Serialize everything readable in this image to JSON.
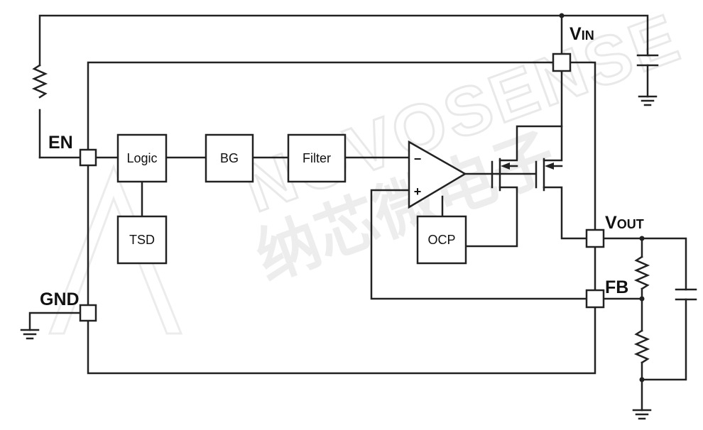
{
  "blocks": {
    "logic": "Logic",
    "bg": "BG",
    "filter": "Filter",
    "tsd": "TSD",
    "ocp": "OCP"
  },
  "pins": {
    "en": "EN",
    "gnd": "GND",
    "fb": "FB",
    "vin_main": "V",
    "vin_sub": "IN",
    "vout_main": "V",
    "vout_sub": "OUT"
  },
  "opamp": {
    "inverting": "−",
    "non_inverting": "+"
  },
  "watermark": {
    "latin": "NOVOSENSE",
    "cjk": "纳芯微电子"
  },
  "colors": {
    "line": "#222222",
    "watermark": "#e9e9e9",
    "background": "#ffffff"
  }
}
